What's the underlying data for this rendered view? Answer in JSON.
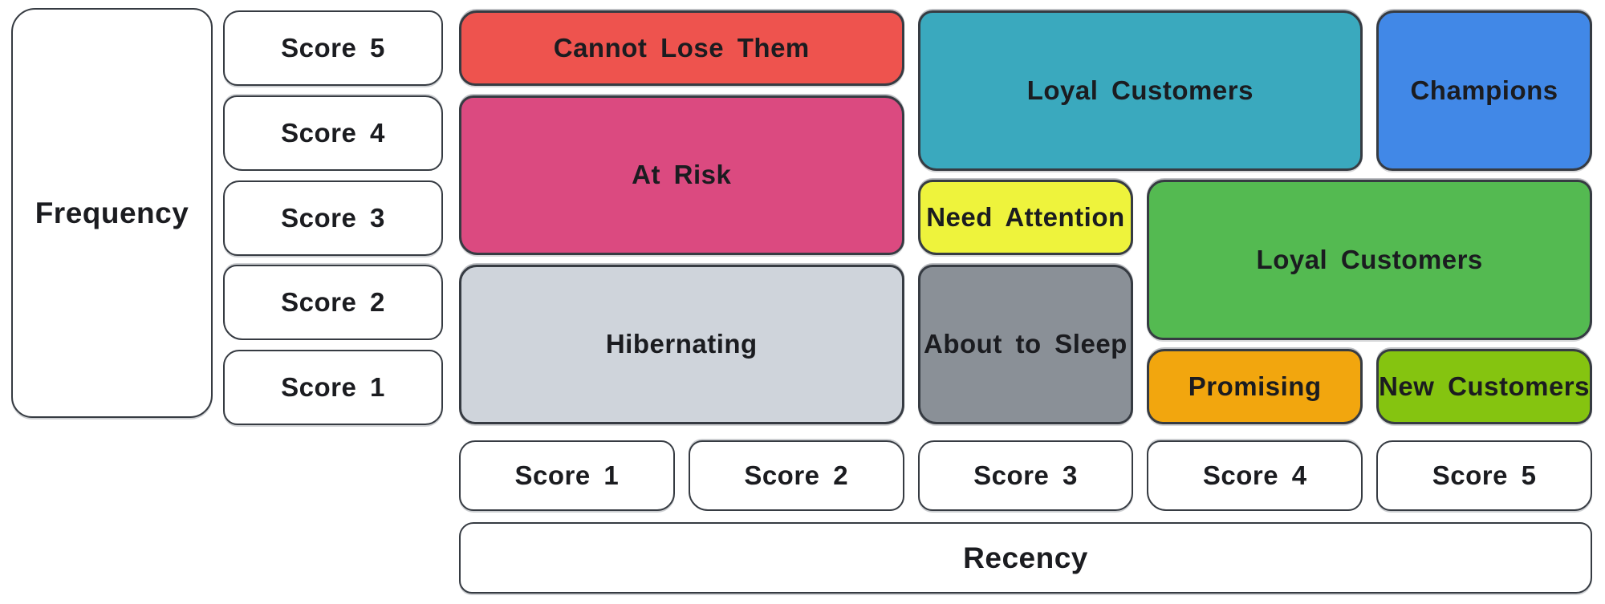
{
  "colors": {
    "background": "#ffffff",
    "outline": "#363b42",
    "text": "#1b1c20",
    "plain_box_fill": "#ffffff"
  },
  "axes": {
    "frequency_label": "Frequency",
    "recency_label": "Recency",
    "frequency_scores": [
      "Score 5",
      "Score 4",
      "Score 3",
      "Score 2",
      "Score 1"
    ],
    "recency_scores": [
      "Score 1",
      "Score 2",
      "Score 3",
      "Score 4",
      "Score 5"
    ]
  },
  "segments": [
    {
      "label": "Cannot Lose Them",
      "color": "#ee534e",
      "recency": [
        1,
        2
      ],
      "frequency": [
        5,
        5
      ]
    },
    {
      "label": "At Risk",
      "color": "#db4a80",
      "recency": [
        1,
        2
      ],
      "frequency": [
        3,
        4
      ]
    },
    {
      "label": "Hibernating",
      "color": "#cfd4db",
      "recency": [
        1,
        2
      ],
      "frequency": [
        1,
        2
      ]
    },
    {
      "label": "Loyal Customers",
      "color": "#3aa9be",
      "recency": [
        3,
        4
      ],
      "frequency": [
        4,
        5
      ]
    },
    {
      "label": "Champions",
      "color": "#4188e7",
      "recency": [
        5,
        5
      ],
      "frequency": [
        4,
        5
      ]
    },
    {
      "label": "Need Attention",
      "color": "#eef33c",
      "recency": [
        3,
        3
      ],
      "frequency": [
        3,
        3
      ]
    },
    {
      "label": "Loyal Customers",
      "color": "#54ba51",
      "recency": [
        4,
        5
      ],
      "frequency": [
        2,
        3
      ]
    },
    {
      "label": "About to Sleep",
      "color": "#8a9097",
      "recency": [
        3,
        3
      ],
      "frequency": [
        1,
        2
      ]
    },
    {
      "label": "Promising",
      "color": "#f2a60e",
      "recency": [
        4,
        4
      ],
      "frequency": [
        1,
        1
      ]
    },
    {
      "label": "New Customers",
      "color": "#85c410",
      "recency": [
        5,
        5
      ],
      "frequency": [
        1,
        1
      ]
    }
  ]
}
